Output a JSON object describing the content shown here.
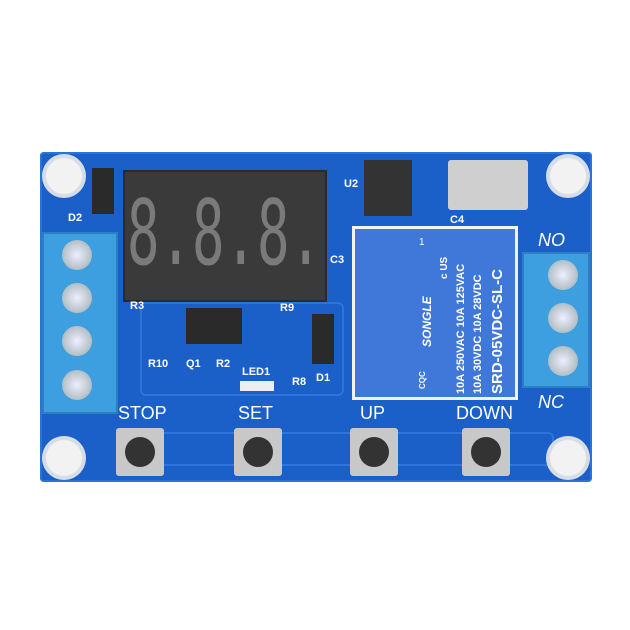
{
  "board_labels": {
    "d2": "D2",
    "u2": "U2",
    "c4": "C4",
    "c3": "C3",
    "no": "NO",
    "nc": "NC",
    "r3": "R3",
    "r9": "R9",
    "r10": "R10",
    "q1": "Q1",
    "r2": "R2",
    "led1": "LED1",
    "r8": "R8",
    "d1": "D1"
  },
  "buttons": [
    {
      "label": "STOP"
    },
    {
      "label": "SET"
    },
    {
      "label": "UP"
    },
    {
      "label": "DOWN"
    }
  ],
  "display": {
    "digits": "8.8.8."
  },
  "relay": {
    "brand": "SONGLE",
    "model": "SRD-05VDC-SL-C",
    "rating1": "10A 250VAC  10A 125VAC",
    "rating2": "10A 30VDC  10A 28VDC",
    "cert": "c US",
    "pin": "1",
    "cqc": "CQC"
  },
  "colors": {
    "board": "#1b5fc8",
    "terminal": "#3d9fe0",
    "relay": "#3f78d8"
  }
}
